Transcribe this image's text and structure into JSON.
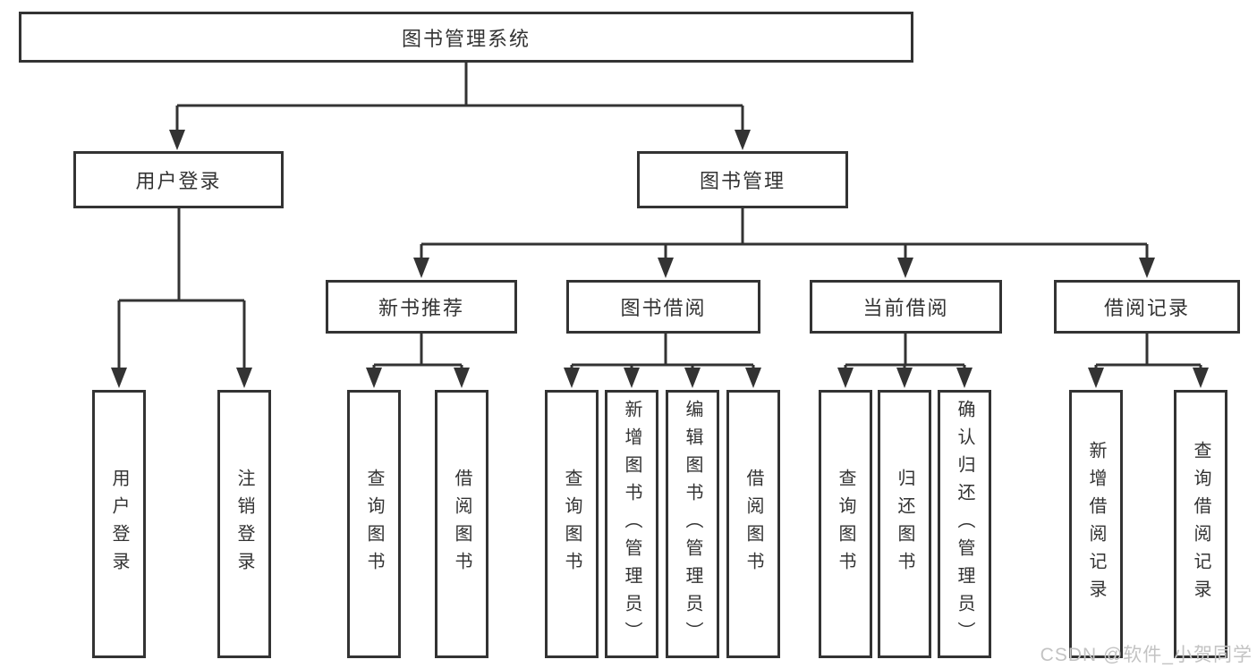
{
  "colors": {
    "line": "#333333",
    "text": "#333333",
    "background": "#ffffff",
    "watermark": "#c3c3c3"
  },
  "watermark": {
    "text": "CSDN @软件_小贺同学"
  },
  "diagram": {
    "type": "hierarchy-tree",
    "root": {
      "label": "图书管理系统"
    },
    "branches": [
      {
        "label": "用户登录",
        "children": [
          {
            "label": "用户登录"
          },
          {
            "label": "注销登录"
          }
        ]
      },
      {
        "label": "图书管理",
        "children": [
          {
            "label": "新书推荐",
            "children": [
              {
                "label": "查询图书"
              },
              {
                "label": "借阅图书"
              }
            ]
          },
          {
            "label": "图书借阅",
            "children": [
              {
                "label": "查询图书"
              },
              {
                "label": "新增图书（管理员）"
              },
              {
                "label": "编辑图书（管理员）"
              },
              {
                "label": "借阅图书"
              }
            ]
          },
          {
            "label": "当前借阅",
            "children": [
              {
                "label": "查询图书"
              },
              {
                "label": "归还图书"
              },
              {
                "label": "确认归还（管理员）"
              }
            ]
          },
          {
            "label": "借阅记录",
            "children": [
              {
                "label": "新增借阅记录"
              },
              {
                "label": "查询借阅记录"
              }
            ]
          }
        ]
      }
    ]
  }
}
